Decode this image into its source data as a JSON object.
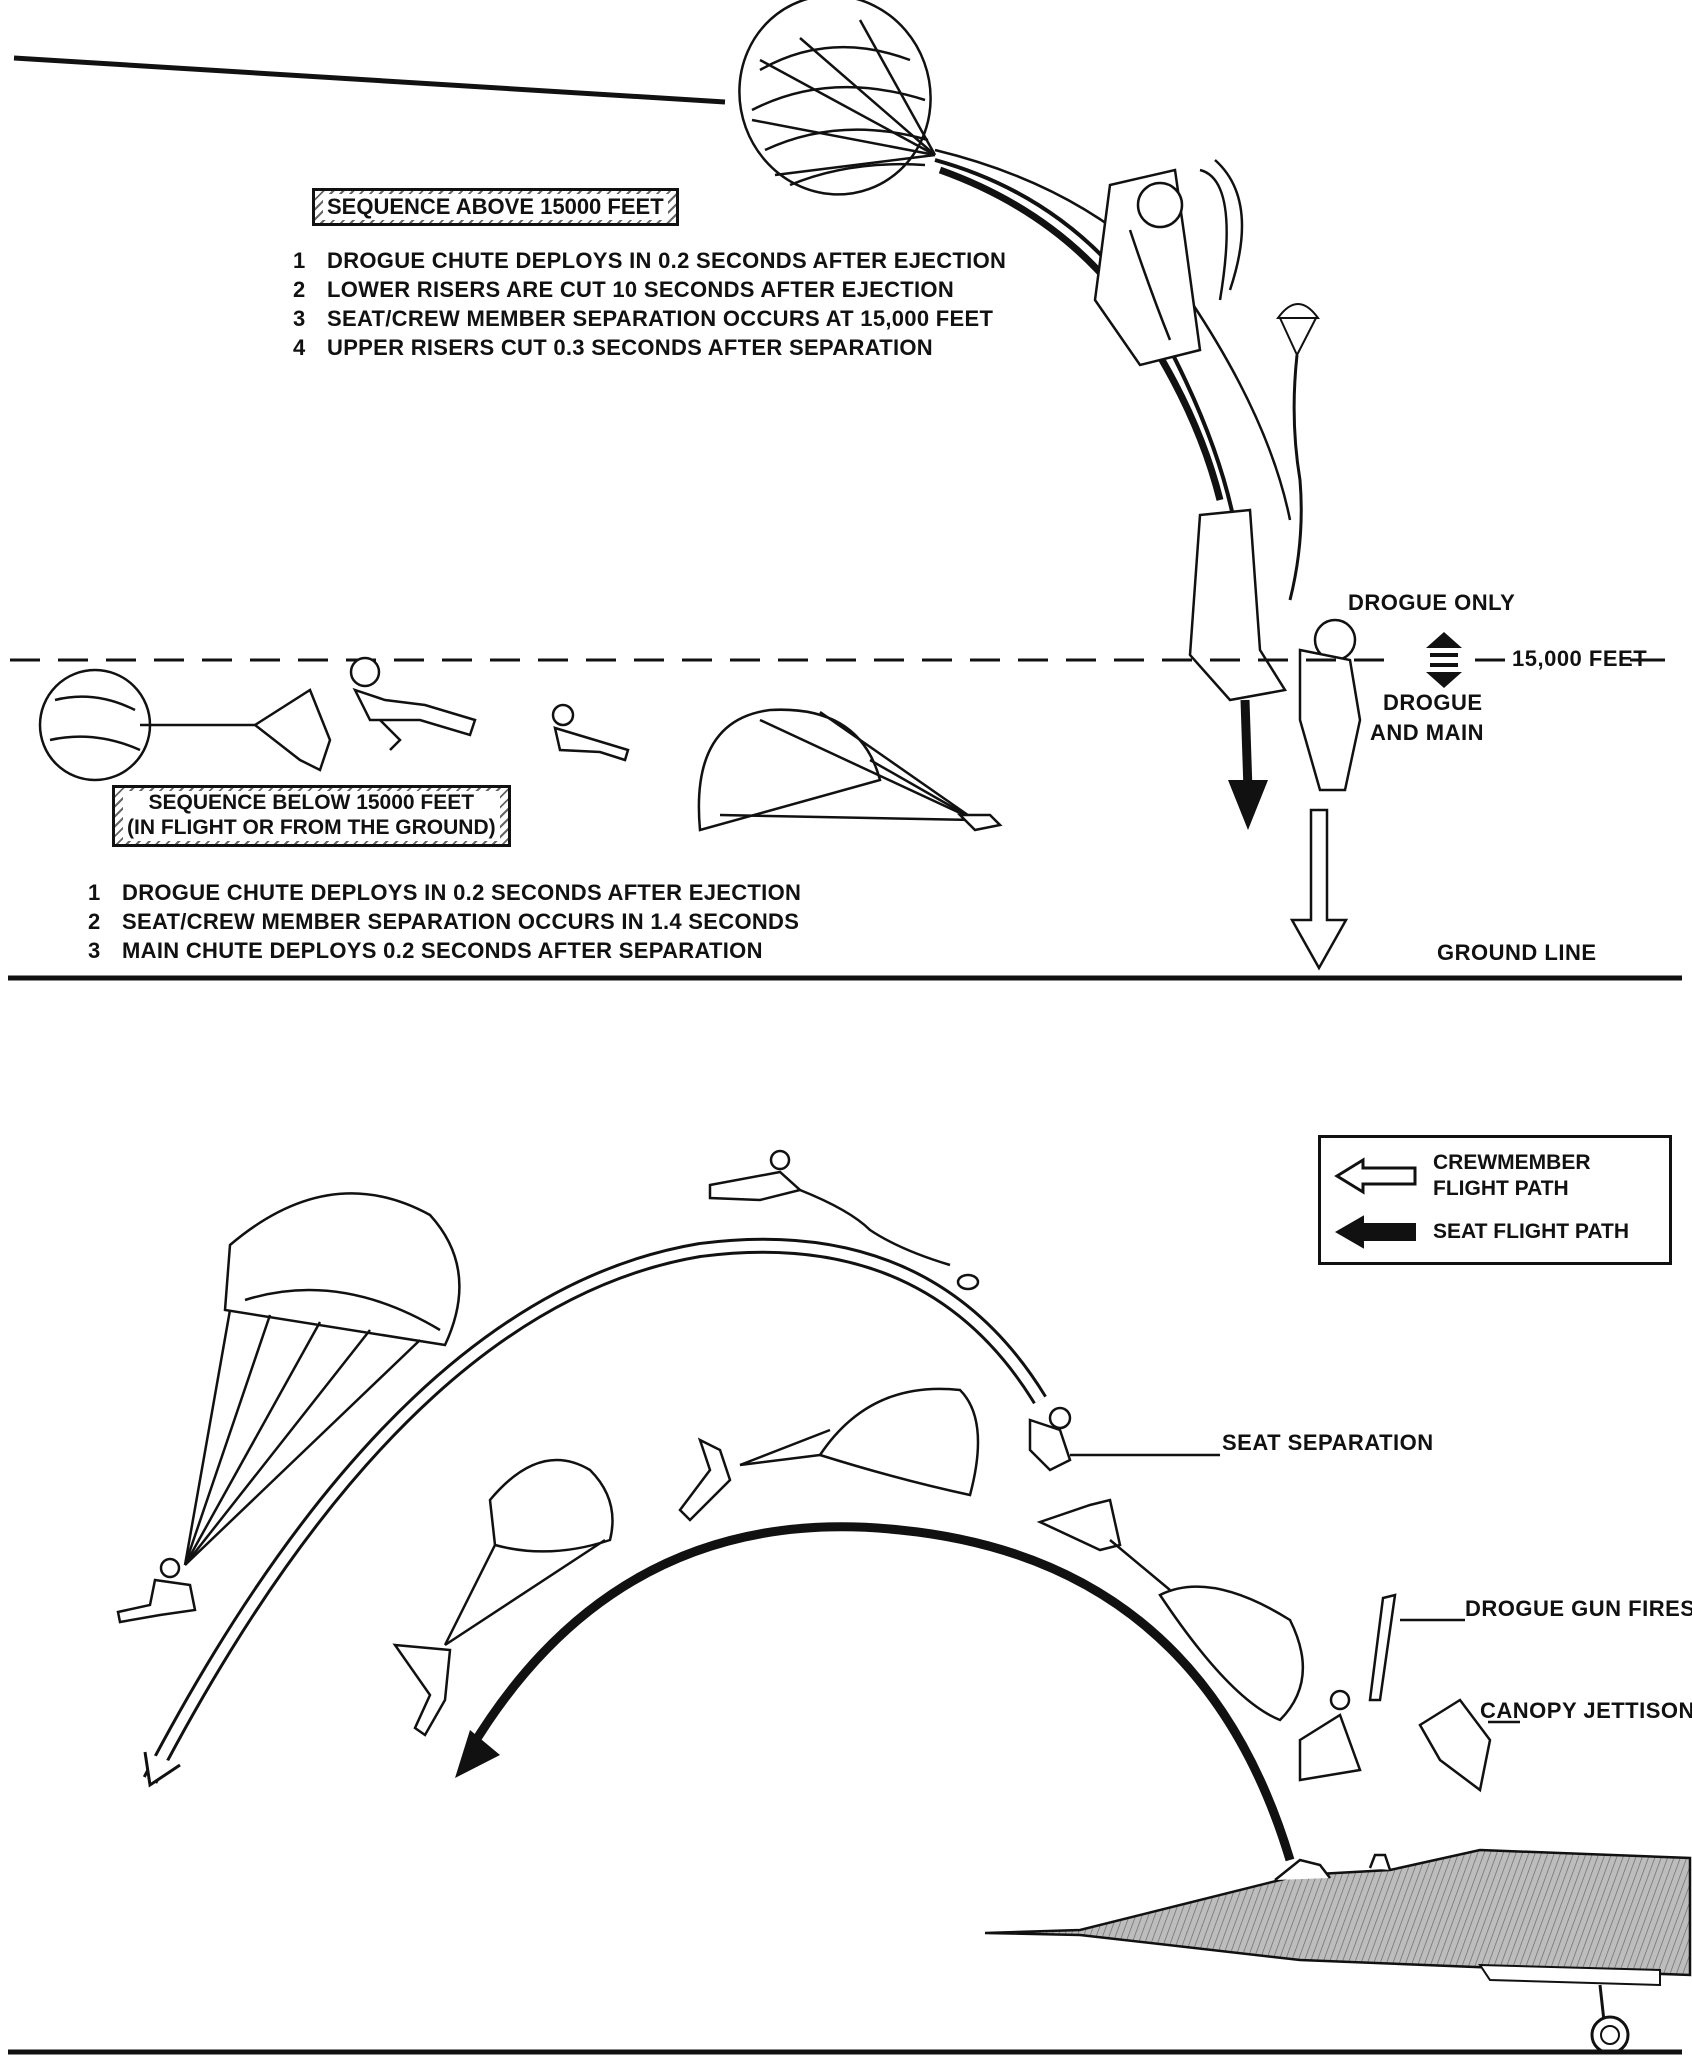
{
  "upper": {
    "box_title": "SEQUENCE ABOVE 15000 FEET",
    "steps": [
      {
        "n": "1",
        "text": "DROGUE CHUTE DEPLOYS IN 0.2 SECONDS AFTER EJECTION"
      },
      {
        "n": "2",
        "text": "LOWER RISERS ARE CUT 10 SECONDS AFTER EJECTION"
      },
      {
        "n": "3",
        "text": "SEAT/CREW MEMBER SEPARATION OCCURS AT 15,000 FEET"
      },
      {
        "n": "4",
        "text": "UPPER RISERS CUT 0.3 SECONDS AFTER SEPARATION"
      }
    ]
  },
  "lower_sequence": {
    "box_title_line1": "SEQUENCE BELOW 15000 FEET",
    "box_title_line2": "(IN FLIGHT OR FROM THE GROUND)",
    "steps": [
      {
        "n": "1",
        "text": "DROGUE CHUTE DEPLOYS IN 0.2 SECONDS AFTER EJECTION"
      },
      {
        "n": "2",
        "text": "SEAT/CREW MEMBER SEPARATION OCCURS IN 1.4 SECONDS"
      },
      {
        "n": "3",
        "text": "MAIN CHUTE DEPLOYS 0.2 SECONDS AFTER SEPARATION"
      }
    ]
  },
  "altitude": {
    "drogue_only": "DROGUE ONLY",
    "drogue_and_main_line1": "DROGUE",
    "drogue_and_main_line2": "AND MAIN",
    "altitude_label": "15,000 FEET",
    "ground_line": "GROUND LINE"
  },
  "legend": {
    "crewmember_line1": "CREWMEMBER",
    "crewmember_line2": "FLIGHT PATH",
    "seat": "SEAT FLIGHT PATH"
  },
  "callouts": {
    "seat_separation": "SEAT SEPARATION",
    "drogue_gun_fires": "DROGUE GUN FIRES",
    "canopy_jettison": "CANOPY JETTISON"
  }
}
